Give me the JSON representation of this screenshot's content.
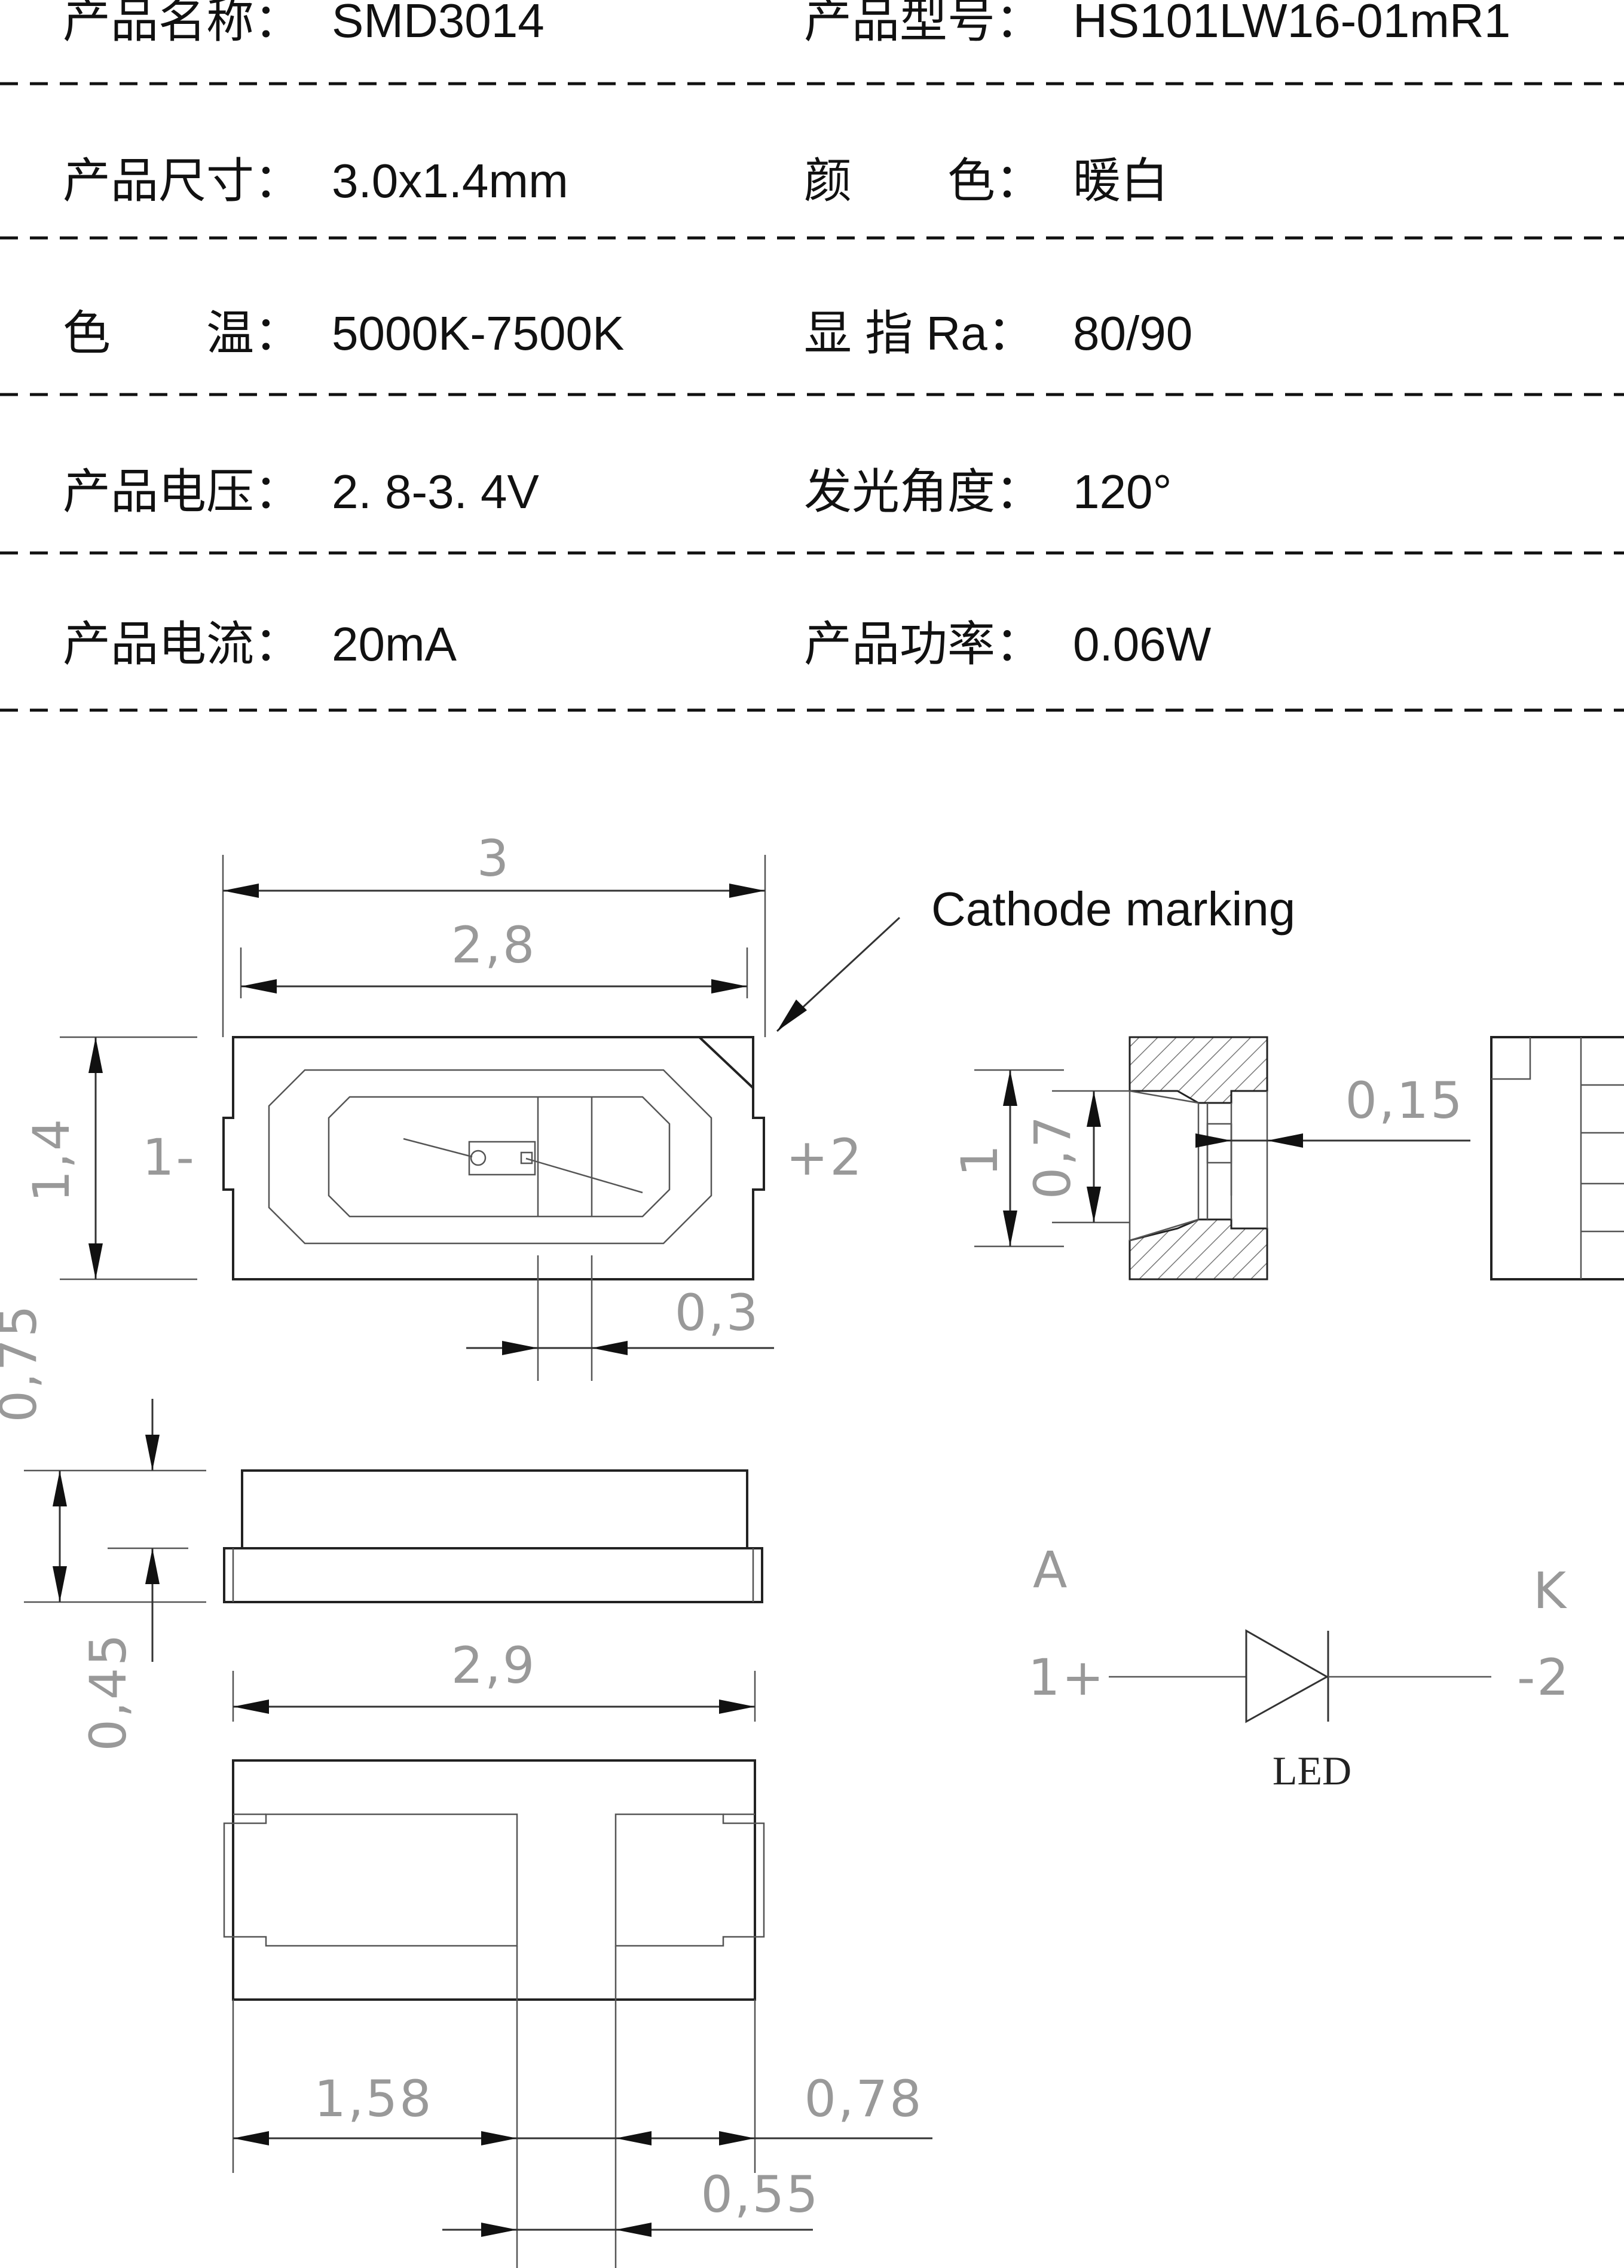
{
  "specs": [
    [
      {
        "label": "产品名称：",
        "value": "SMD3014"
      },
      {
        "label": "产品型号：",
        "value": "HS101LW16-01mR1"
      }
    ],
    [
      {
        "label": "产品尺寸：",
        "value": "3.0x1.4mm"
      },
      {
        "label": "颜　　色：",
        "value": "暖白"
      }
    ],
    [
      {
        "label": "色　　温：",
        "value": "5000K-7500K"
      },
      {
        "label": "显 指 Ra：",
        "value": "80/90"
      }
    ],
    [
      {
        "label": "产品电压：",
        "value": "2. 8-3. 4V"
      },
      {
        "label": "发光角度：",
        "value": "120°"
      }
    ],
    [
      {
        "label": "产品电流：",
        "value": "20mA"
      },
      {
        "label": "产品功率：",
        "value": "0.06W"
      }
    ]
  ],
  "drawing": {
    "cathode_marking": "Cathode marking",
    "top_view": {
      "width": "3",
      "inner_width": "2,8",
      "height": "1,4",
      "pin1": "1-",
      "pin2": "+2",
      "pad": "0,3"
    },
    "side_view": {
      "total": "0,75",
      "base": "0,45",
      "width": "2,9"
    },
    "cross_section": {
      "height": "1",
      "inner": "0,7",
      "wall": "0,15"
    },
    "bottom_view": {
      "pad_left": "1,58",
      "pad_right": "0,78",
      "gap": "0,55"
    },
    "symbol": {
      "anode": "A",
      "cathode": "K",
      "pin_plus": "1+",
      "pin_minus": "-2",
      "name": "LED"
    }
  }
}
